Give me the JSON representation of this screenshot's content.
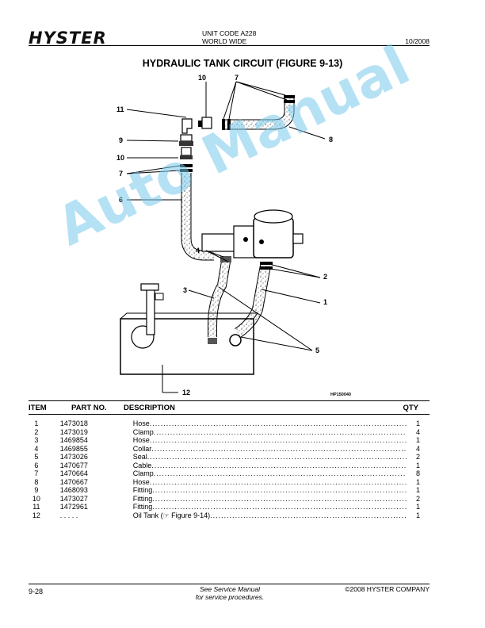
{
  "header": {
    "brand": "HYSTER",
    "unit_code": "UNIT CODE A228",
    "region": "WORLD WIDE",
    "date": "10/2008"
  },
  "title": "HYDRAULIC TANK CIRCUIT (FIGURE 9-13)",
  "figure": {
    "callouts": [
      "10",
      "7",
      "11",
      "9",
      "10",
      "7",
      "8",
      "6",
      "4",
      "2",
      "3",
      "1",
      "5",
      "12"
    ],
    "code": "HP150040"
  },
  "table": {
    "headers": {
      "item": "ITEM",
      "part_no": "PART NO.",
      "description": "DESCRIPTION",
      "qty": "QTY"
    },
    "rows": [
      {
        "item": "1",
        "part_no": "1473018",
        "description": "Hose",
        "qty": "1"
      },
      {
        "item": "2",
        "part_no": "1473019",
        "description": "Clamp",
        "qty": "4"
      },
      {
        "item": "3",
        "part_no": "1469854",
        "description": "Hose",
        "qty": "1"
      },
      {
        "item": "4",
        "part_no": "1469855",
        "description": "Collar",
        "qty": "4"
      },
      {
        "item": "5",
        "part_no": "1473026",
        "description": "Seal",
        "qty": "2"
      },
      {
        "item": "6",
        "part_no": "1470677",
        "description": "Cable",
        "qty": "1"
      },
      {
        "item": "7",
        "part_no": "1470664",
        "description": "Clamp",
        "qty": "8"
      },
      {
        "item": "8",
        "part_no": "1470667",
        "description": "Hose",
        "qty": "1"
      },
      {
        "item": "9",
        "part_no": "1468093",
        "description": "Fitting",
        "qty": "1"
      },
      {
        "item": "10",
        "part_no": "1473027",
        "description": "Fitting",
        "qty": "2"
      },
      {
        "item": "11",
        "part_no": "1472961",
        "description": "Fitting",
        "qty": "1"
      },
      {
        "item": "12",
        "part_no": ". . . . .",
        "description": "Oil Tank  (☞ Figure 9-14)",
        "qty": "1"
      }
    ]
  },
  "footer": {
    "page": "9-28",
    "note_line1": "See Service Manual",
    "note_line2": "for service procedures.",
    "copyright": "©2008 HYSTER COMPANY"
  },
  "watermark": "Auto Manual"
}
